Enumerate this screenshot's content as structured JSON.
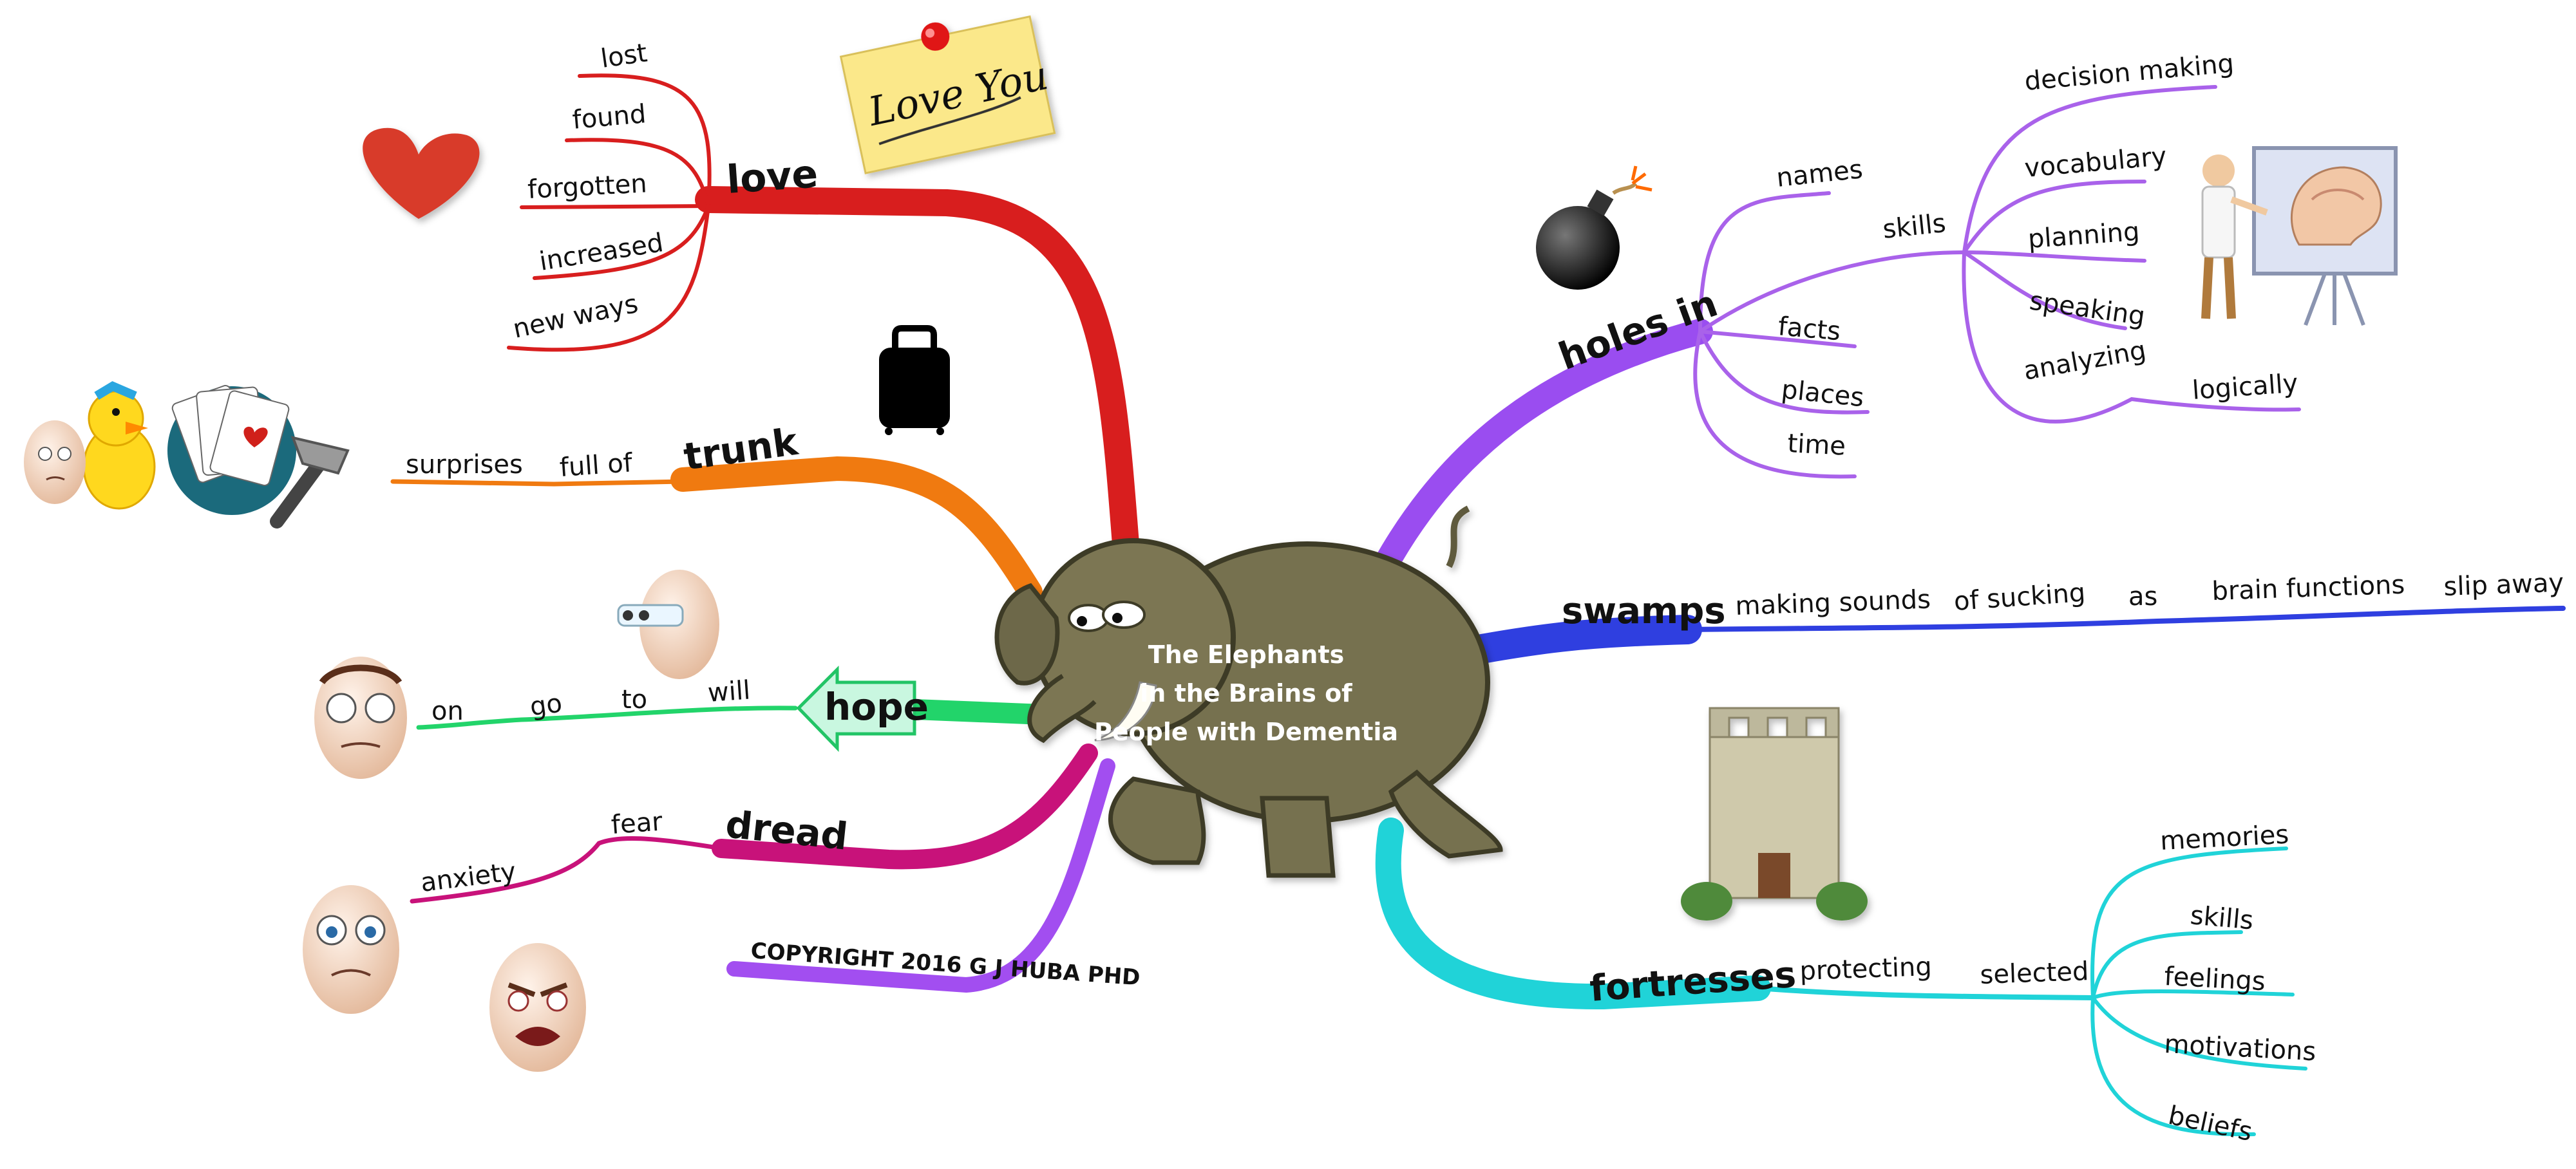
{
  "center": {
    "line1": "The Elephants",
    "line2": "in the Brains of",
    "line3": "People with Dementia"
  },
  "copyright": "COPYRIGHT 2016 G J HUBA PHD",
  "note": "Love You",
  "colors": {
    "love": "#d81e1e",
    "trunk": "#f07a10",
    "hope": "#22d46a",
    "dread": "#c8127a",
    "copyright": "#a24ef0",
    "holes": "#9a4df0",
    "swamps": "#2f3fe0",
    "fortresses": "#20d3d8"
  },
  "branches": {
    "love": {
      "label": "love",
      "items": [
        "lost",
        "found",
        "forgotten",
        "increased",
        "new ways"
      ]
    },
    "trunk": {
      "label": "trunk",
      "items": [
        "full of",
        "surprises"
      ]
    },
    "hope": {
      "label": "hope",
      "items": [
        "will",
        "to",
        "go",
        "on"
      ]
    },
    "dread": {
      "label": "dread",
      "items": [
        "fear",
        "anxiety"
      ]
    },
    "holes": {
      "label": "holes in",
      "items": [
        "names",
        "skills",
        "facts",
        "places",
        "time"
      ],
      "skills_items": [
        "decision making",
        "vocabulary",
        "planning",
        "speaking",
        "analyzing"
      ],
      "analyzing_items": [
        "logically"
      ]
    },
    "swamps": {
      "label": "swamps",
      "items": [
        "making sounds",
        "of sucking",
        "as",
        "brain functions",
        "slip away"
      ]
    },
    "fortresses": {
      "label": "fortresses",
      "items": [
        "protecting",
        "selected"
      ],
      "selected_items": [
        "memories",
        "skills",
        "feelings",
        "motivations",
        "beliefs"
      ]
    }
  },
  "icons": [
    "heart-icon",
    "luggage-icon",
    "bomb-icon",
    "castle-icon",
    "playing-cards-icon",
    "hammer-icon",
    "chick-icon",
    "egg-face-icon",
    "teacher-brain-icon",
    "elephant-icon",
    "sticky-note-icon"
  ]
}
